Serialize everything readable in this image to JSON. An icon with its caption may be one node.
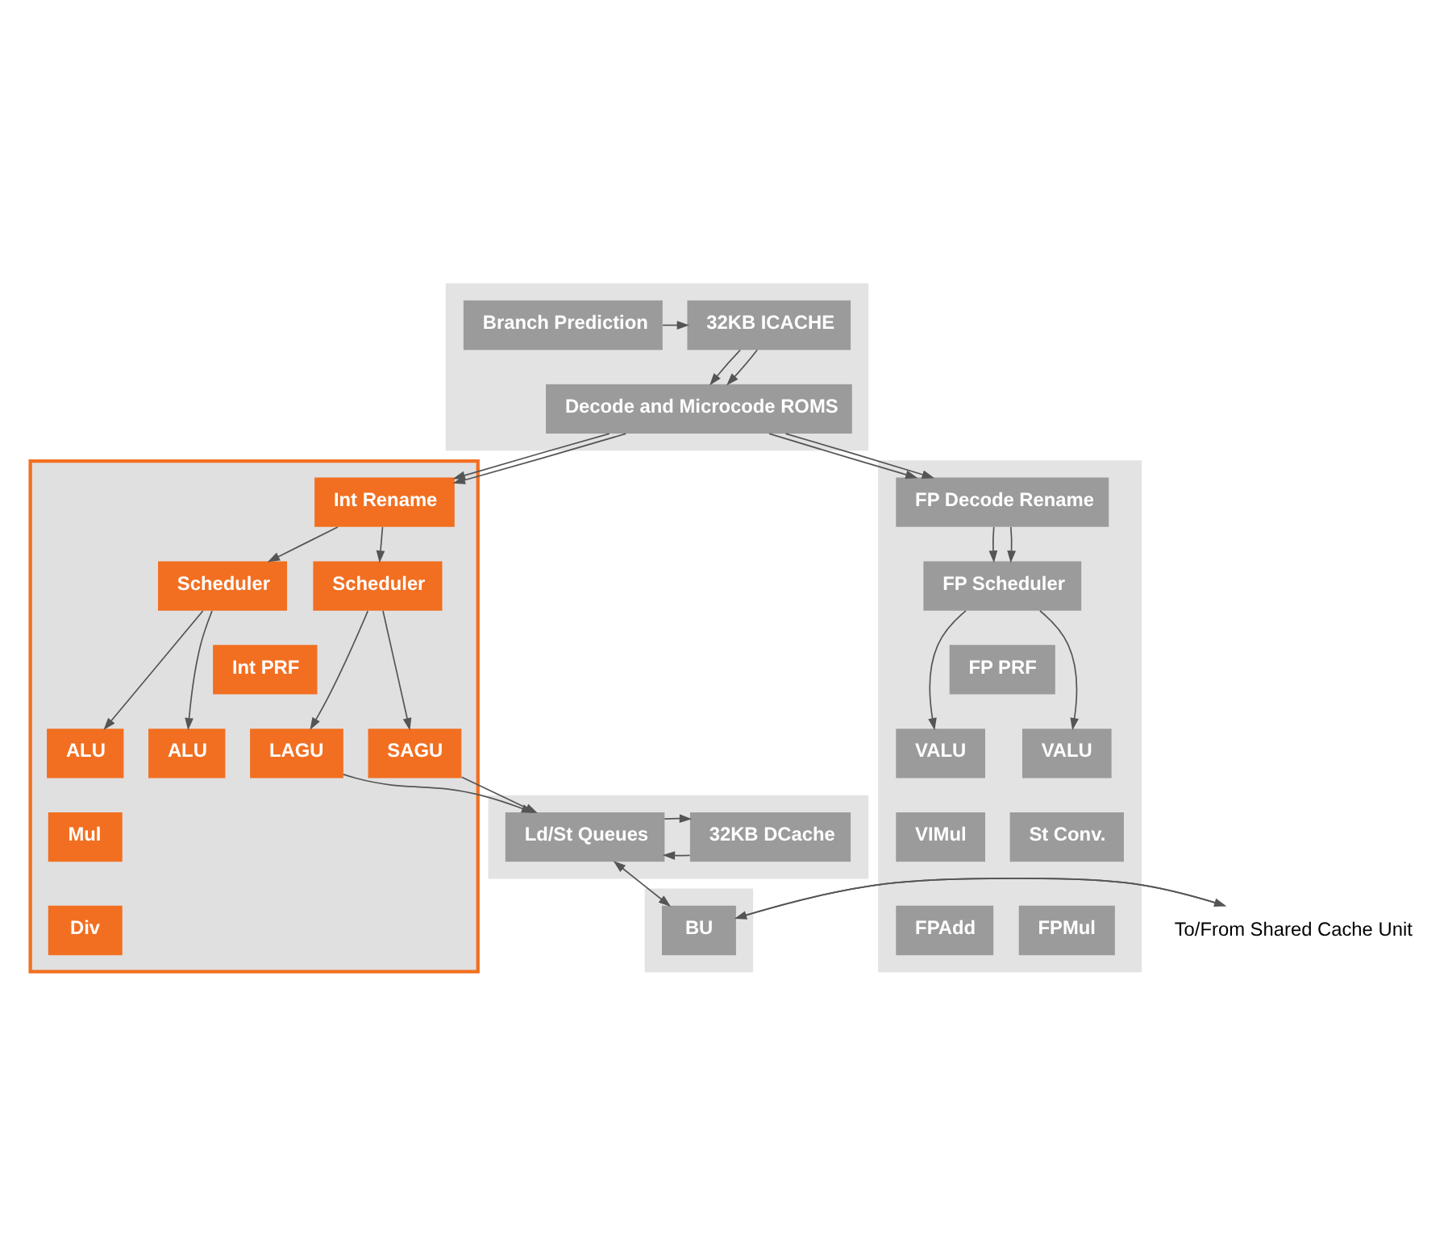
{
  "diagram": {
    "nodes": [
      {
        "text": [],
        "shape": "box"
      },
      {
        "text": [
          "32KB ICACHE"
        ],
        "in": 0
      },
      {
        "text": [
          "Branch Prediction"
        ],
        "in": 0
      },
      {
        "text": [
          "Decode and Microcode ROMS"
        ],
        "in": 0
      },
      {
        "text": [],
        "shape": "box"
      },
      {
        "text": [
          "Int Rename"
        ],
        "in": 4
      },
      {
        "text": [
          "Scheduler"
        ],
        "in": 4
      },
      {
        "text": [
          "Scheduler"
        ],
        "in": 4
      },
      {
        "text": [
          "Int PRF"
        ],
        "in": 4
      },
      {
        "text": [
          "ALU"
        ],
        "in": 4
      },
      {
        "text": [
          "ALU"
        ],
        "in": 4
      },
      {
        "text": [
          "Mul"
        ],
        "in": 4
      },
      {
        "text": [
          "Div"
        ],
        "in": 4
      },
      {
        "text": [
          "LAGU"
        ],
        "in": 4
      },
      {
        "text": [
          "SAGU"
        ],
        "in": 4
      },
      {
        "text": [],
        "shape": "box"
      },
      {
        "text": [
          "FP Decode Rename"
        ],
        "in": 15
      },
      {
        "text": [
          "FP Scheduler"
        ],
        "in": 15
      },
      {
        "text": [
          "FP PRF"
        ],
        "in": 15
      },
      {
        "text": [
          "VALU"
        ],
        "in": 15
      },
      {
        "text": [
          "VALU"
        ],
        "in": 15
      },
      {
        "text": [
          "VIMul"
        ],
        "in": 15
      },
      {
        "text": [
          "St Conv."
        ],
        "in": 15
      },
      {
        "text": [
          "FPAdd"
        ],
        "in": 15
      },
      {
        "text": [
          "FPMul"
        ],
        "in": 15
      },
      {
        "text": [],
        "shape": "box"
      },
      {
        "text": [
          "32KB DCache"
        ],
        "in": 25
      },
      {
        "text": [
          "Ld/St Queues"
        ],
        "in": 25
      },
      {
        "text": [],
        "shape": "box"
      },
      {
        "text": [
          "BU"
        ],
        "in": 28
      },
      {
        "text": [
          "To/From Shared Cache Unit"
        ]
      }
    ],
    "edges": [
      {
        "from": 2,
        "to": 1,
        "arrow": "to"
      },
      {
        "from": 1,
        "to": 3,
        "arrow": "to"
      },
      {
        "from": 1,
        "to": 3,
        "arrow": "to"
      },
      {
        "from": 3,
        "to": 5,
        "arrow": "to"
      },
      {
        "from": 3,
        "to": 5,
        "arrow": "to"
      },
      {
        "from": 3,
        "to": 16,
        "arrow": "to"
      },
      {
        "from": 3,
        "to": 16,
        "arrow": "to"
      },
      {
        "from": 5,
        "to": 6,
        "arrow": "to"
      },
      {
        "from": 5,
        "to": 7,
        "arrow": "to"
      },
      {
        "from": 6,
        "to": 9,
        "arrow": "to"
      },
      {
        "from": 6,
        "to": 10,
        "arrow": "to"
      },
      {
        "from": 7,
        "to": 13,
        "arrow": "to"
      },
      {
        "from": 7,
        "to": 14,
        "arrow": "to"
      },
      {
        "from": 16,
        "to": 17,
        "arrow": "to"
      },
      {
        "from": 16,
        "to": 17,
        "arrow": "to"
      },
      {
        "from": 17,
        "to": 19,
        "arrow": "to"
      },
      {
        "from": 17,
        "to": 20,
        "arrow": "to"
      },
      {
        "from": 13,
        "to": 27,
        "arrow": "to"
      },
      {
        "from": 14,
        "to": 27,
        "arrow": "to"
      },
      {
        "from": 26,
        "to": 27,
        "arrow": "to"
      },
      {
        "from": 27,
        "to": 26,
        "arrow": "to"
      },
      {
        "from": 27,
        "to": 29,
        "arrow": "both"
      },
      {
        "from": 29,
        "to": 30,
        "arrow": "to"
      },
      {
        "from": 30,
        "to": 29,
        "arrow": "to"
      }
    ]
  }
}
